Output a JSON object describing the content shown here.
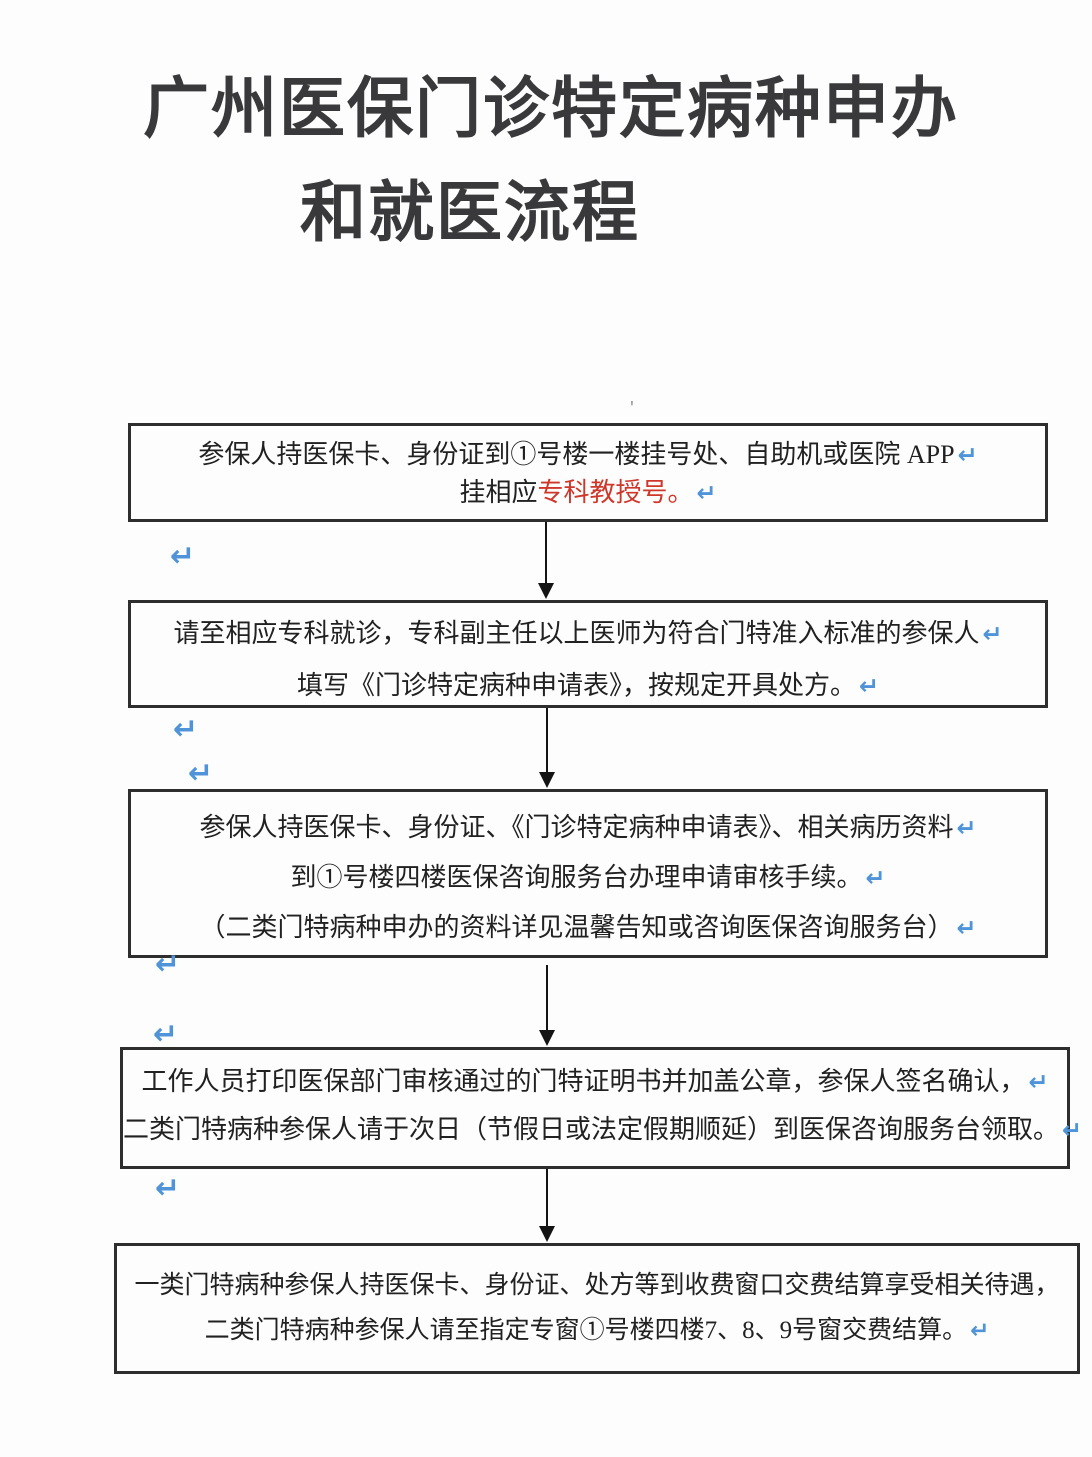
{
  "title": {
    "line1": "广州医保门诊特定病种申办",
    "line2": "和就医流程"
  },
  "marks": {
    "pilcrow": "↵",
    "stray": "'"
  },
  "colors": {
    "highlight_red": "#cf372a",
    "pilcrow_blue": "#4f94d8",
    "title_black": "#39393b",
    "border_black": "#2e2e2e",
    "background": "#fdfdfd"
  },
  "flow": {
    "boxes": [
      {
        "step": 1,
        "lines": {
          "l1": "参保人持医保卡、身份证到①号楼一楼挂号处、自助机或医院 APP",
          "l2_prefix": "挂相应",
          "l2_highlight": "专科教授号。"
        }
      },
      {
        "step": 2,
        "lines": {
          "l1": "请至相应专科就诊，专科副主任以上医师为符合门特准入标准的参保人",
          "l2": "填写《门诊特定病种申请表》，按规定开具处方。"
        }
      },
      {
        "step": 3,
        "lines": {
          "l1": "参保人持医保卡、身份证、《门诊特定病种申请表》、相关病历资料",
          "l2": "到①号楼四楼医保咨询服务台办理申请审核手续。",
          "l3": "（二类门特病种申办的资料详见温馨告知或咨询医保咨询服务台）"
        }
      },
      {
        "step": 4,
        "lines": {
          "l1": "工作人员打印医保部门审核通过的门特证明书并加盖公章，参保人签名确认，",
          "l2": "二类门特病种参保人请于次日（节假日或法定假期顺延）到医保咨询服务台领取。"
        }
      },
      {
        "step": 5,
        "lines": {
          "l1": "一类门特病种参保人持医保卡、身份证、处方等到收费窗口交费结算享受相关待遇，",
          "l2": "二类门特病种参保人请至指定专窗①号楼四楼7、8、9号窗交费结算。"
        }
      }
    ]
  }
}
